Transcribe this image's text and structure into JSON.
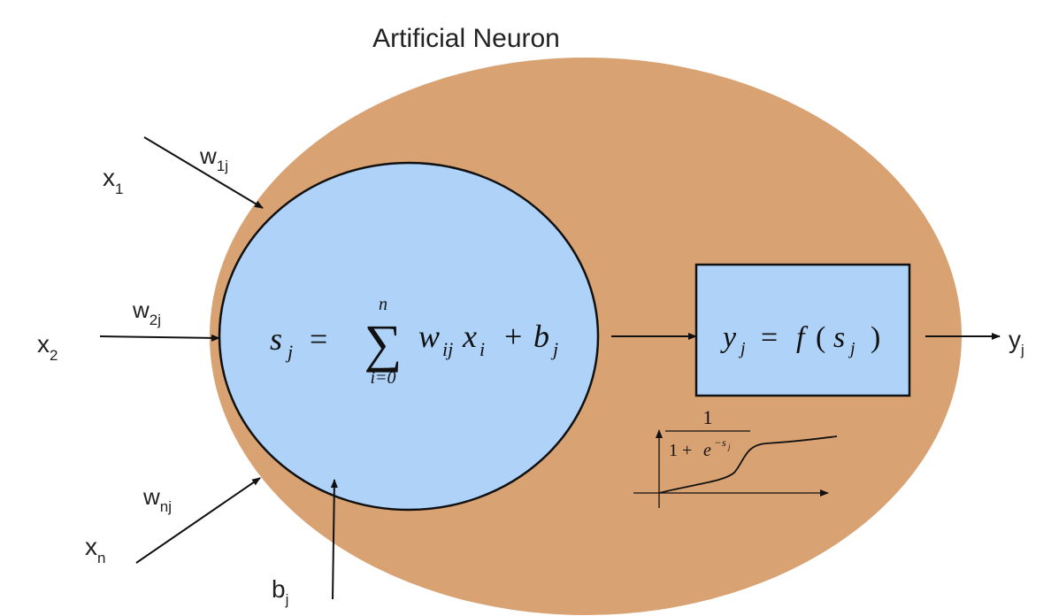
{
  "title": "Artificial Neuron",
  "colors": {
    "outer_body": "#D9A273",
    "summation_fill": "#AED2F8",
    "stroke": "#111111"
  },
  "inputs": {
    "x1": {
      "base": "x",
      "sub": "1"
    },
    "x2": {
      "base": "x",
      "sub": "2"
    },
    "xn": {
      "base": "x",
      "sub": "n"
    }
  },
  "weights": {
    "w1j": {
      "base": "w",
      "sub": "1j"
    },
    "w2j": {
      "base": "w",
      "sub": "2j"
    },
    "wnj": {
      "base": "w",
      "sub": "nj"
    }
  },
  "bias": {
    "base": "b",
    "sub": "j"
  },
  "output": {
    "base": "y",
    "sub": "j"
  },
  "summation": {
    "lhs": "s",
    "lhs_sub": "j",
    "equals": "=",
    "sigma": "∑",
    "sum_upper": "n",
    "sum_lower": "i=0",
    "w": "w",
    "w_sub": "ij",
    "x": "x",
    "x_sub": "i",
    "plus": "+",
    "b": "b",
    "b_sub": "j"
  },
  "activation": {
    "lhs": "y",
    "lhs_sub": "j",
    "equals": "=",
    "func": "f",
    "open": "(",
    "arg": "s",
    "arg_sub": "j",
    "close": ")"
  },
  "sigmoid": {
    "numerator": "1",
    "denominator_prefix": "1 + ",
    "e": "e",
    "exp_minus": "−",
    "exp_var": "s",
    "exp_sub": "j"
  }
}
